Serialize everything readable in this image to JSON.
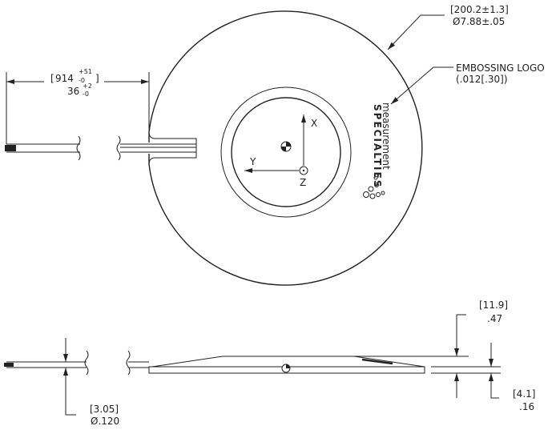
{
  "top_view": {
    "cable_length": {
      "mm": "914",
      "mm_tol_plus": "+51",
      "mm_tol_minus": "-0",
      "in": "36",
      "in_tol_plus": "+2",
      "in_tol_minus": "-0"
    },
    "diameter": {
      "mm": "[200.2±1.3]",
      "in": "Ø7.88±.05"
    },
    "logo_callout": {
      "line1": "EMBOSSING LOGO",
      "line2": "(.012[.30])"
    },
    "logo_text": {
      "main": "measurement",
      "sub": "SPECIALTIES"
    },
    "axes": {
      "x": "X",
      "y": "Y",
      "z": "Z"
    }
  },
  "side_view": {
    "height_total": {
      "mm": "[11.9]",
      "in": ".47"
    },
    "plate_thickness": {
      "mm": "[4.1]",
      "in": ".16"
    },
    "cable_diameter": {
      "mm": "[3.05]",
      "in": "Ø.120"
    }
  }
}
